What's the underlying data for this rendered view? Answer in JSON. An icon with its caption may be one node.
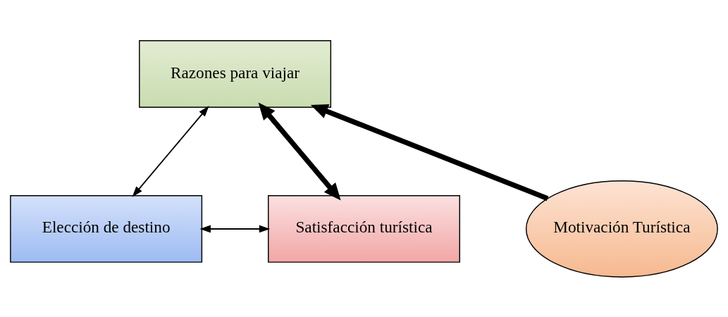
{
  "diagram": {
    "nodes": [
      {
        "text": [
          "Razones para viajar"
        ]
      },
      {
        "text": [
          "Motivación Turística"
        ]
      },
      {
        "text": [
          "Elección de destino"
        ]
      },
      {
        "text": [
          "Satisfacción turística"
        ]
      }
    ],
    "edges": [
      {
        "from": 1,
        "to": 0,
        "arrow": "to",
        "style": "thick"
      },
      {
        "from": 0,
        "to": 2,
        "arrow": "both"
      },
      {
        "from": 0,
        "to": 3,
        "arrow": "both",
        "style": "thick"
      },
      {
        "from": 2,
        "to": 3,
        "arrow": "both"
      }
    ]
  }
}
